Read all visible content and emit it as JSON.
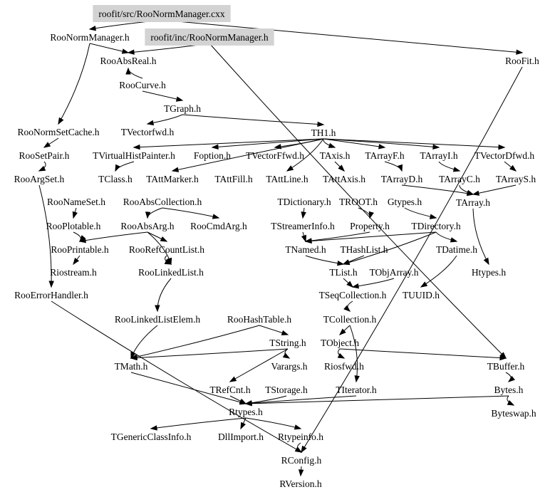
{
  "graph": {
    "title": "roofit/src/RooNormManager.cxx include dependency graph",
    "highlight_color": "#d3d3d3",
    "edge_color": "#000000",
    "nodes": [
      {
        "id": "src",
        "label": "roofit/src/RooNormManager.cxx",
        "highlighted": true
      },
      {
        "id": "normmgr_h",
        "label": "RooNormManager.h",
        "highlighted": false
      },
      {
        "id": "inc",
        "label": "roofit/inc/RooNormManager.h",
        "highlighted": true
      },
      {
        "id": "absreal",
        "label": "RooAbsReal.h",
        "highlighted": false
      },
      {
        "id": "roofit",
        "label": "RooFit.h",
        "highlighted": false
      },
      {
        "id": "curve",
        "label": "RooCurve.h",
        "highlighted": false
      },
      {
        "id": "tgraph",
        "label": "TGraph.h",
        "highlighted": false
      },
      {
        "id": "normsetcache",
        "label": "RooNormSetCache.h",
        "highlighted": false
      },
      {
        "id": "tvectorfwd",
        "label": "TVectorfwd.h",
        "highlighted": false
      },
      {
        "id": "th1",
        "label": "TH1.h",
        "highlighted": false
      },
      {
        "id": "setpair",
        "label": "RooSetPair.h",
        "highlighted": false
      },
      {
        "id": "tvhp",
        "label": "TVirtualHistPainter.h",
        "highlighted": false
      },
      {
        "id": "foption",
        "label": "Foption.h",
        "highlighted": false
      },
      {
        "id": "tvectorffwd",
        "label": "TVectorFfwd.h",
        "highlighted": false
      },
      {
        "id": "taxis",
        "label": "TAxis.h",
        "highlighted": false
      },
      {
        "id": "tarrayf",
        "label": "TArrayF.h",
        "highlighted": false
      },
      {
        "id": "tarrayi",
        "label": "TArrayI.h",
        "highlighted": false
      },
      {
        "id": "tvectordfwd",
        "label": "TVectorDfwd.h",
        "highlighted": false
      },
      {
        "id": "argset",
        "label": "RooArgSet.h",
        "highlighted": false
      },
      {
        "id": "tclass",
        "label": "TClass.h",
        "highlighted": false
      },
      {
        "id": "tattmarker",
        "label": "TAttMarker.h",
        "highlighted": false
      },
      {
        "id": "tattfill",
        "label": "TAttFill.h",
        "highlighted": false
      },
      {
        "id": "tattline",
        "label": "TAttLine.h",
        "highlighted": false
      },
      {
        "id": "tattaxis",
        "label": "TAttAxis.h",
        "highlighted": false
      },
      {
        "id": "tarrayd",
        "label": "TArrayD.h",
        "highlighted": false
      },
      {
        "id": "tarrayc",
        "label": "TArrayC.h",
        "highlighted": false
      },
      {
        "id": "tarrays",
        "label": "TArrayS.h",
        "highlighted": false
      },
      {
        "id": "nameset",
        "label": "RooNameSet.h",
        "highlighted": false
      },
      {
        "id": "abscoll",
        "label": "RooAbsCollection.h",
        "highlighted": false
      },
      {
        "id": "tdict",
        "label": "TDictionary.h",
        "highlighted": false
      },
      {
        "id": "troot",
        "label": "TROOT.h",
        "highlighted": false
      },
      {
        "id": "gtypes",
        "label": "Gtypes.h",
        "highlighted": false
      },
      {
        "id": "tarray",
        "label": "TArray.h",
        "highlighted": false
      },
      {
        "id": "plotable",
        "label": "RooPlotable.h",
        "highlighted": false
      },
      {
        "id": "absarg",
        "label": "RooAbsArg.h",
        "highlighted": false
      },
      {
        "id": "cmdarg",
        "label": "RooCmdArg.h",
        "highlighted": false
      },
      {
        "id": "tstreamerinfo",
        "label": "TStreamerInfo.h",
        "highlighted": false
      },
      {
        "id": "property",
        "label": "Property.h",
        "highlighted": false
      },
      {
        "id": "tdirectory",
        "label": "TDirectory.h",
        "highlighted": false
      },
      {
        "id": "printable",
        "label": "RooPrintable.h",
        "highlighted": false
      },
      {
        "id": "refcountlist",
        "label": "RooRefCountList.h",
        "highlighted": false
      },
      {
        "id": "tnamed",
        "label": "TNamed.h",
        "highlighted": false
      },
      {
        "id": "thashlist",
        "label": "THashList.h",
        "highlighted": false
      },
      {
        "id": "tdatime",
        "label": "TDatime.h",
        "highlighted": false
      },
      {
        "id": "riostream",
        "label": "Riostream.h",
        "highlighted": false
      },
      {
        "id": "linkedlist",
        "label": "RooLinkedList.h",
        "highlighted": false
      },
      {
        "id": "tlist",
        "label": "TList.h",
        "highlighted": false
      },
      {
        "id": "tobjarray",
        "label": "TObjArray.h",
        "highlighted": false
      },
      {
        "id": "htypes",
        "label": "Htypes.h",
        "highlighted": false
      },
      {
        "id": "errorhandler",
        "label": "RooErrorHandler.h",
        "highlighted": false
      },
      {
        "id": "tseqcoll",
        "label": "TSeqCollection.h",
        "highlighted": false
      },
      {
        "id": "tuuid",
        "label": "TUUID.h",
        "highlighted": false
      },
      {
        "id": "linkedlistelem",
        "label": "RooLinkedListElem.h",
        "highlighted": false
      },
      {
        "id": "hashtable",
        "label": "RooHashTable.h",
        "highlighted": false
      },
      {
        "id": "tcollection",
        "label": "TCollection.h",
        "highlighted": false
      },
      {
        "id": "tstring",
        "label": "TString.h",
        "highlighted": false
      },
      {
        "id": "tobject",
        "label": "TObject.h",
        "highlighted": false
      },
      {
        "id": "tmath",
        "label": "TMath.h",
        "highlighted": false
      },
      {
        "id": "varargs",
        "label": "Varargs.h",
        "highlighted": false
      },
      {
        "id": "riosfwd",
        "label": "Riosfwd.h",
        "highlighted": false
      },
      {
        "id": "tbuffer",
        "label": "TBuffer.h",
        "highlighted": false
      },
      {
        "id": "trefcnt",
        "label": "TRefCnt.h",
        "highlighted": false
      },
      {
        "id": "tstorage",
        "label": "TStorage.h",
        "highlighted": false
      },
      {
        "id": "titerator",
        "label": "TIterator.h",
        "highlighted": false
      },
      {
        "id": "bytes",
        "label": "Bytes.h",
        "highlighted": false
      },
      {
        "id": "rtypes",
        "label": "Rtypes.h",
        "highlighted": false
      },
      {
        "id": "byteswap",
        "label": "Byteswap.h",
        "highlighted": false
      },
      {
        "id": "tgenericclassinfo",
        "label": "TGenericClassInfo.h",
        "highlighted": false
      },
      {
        "id": "dllimport",
        "label": "DllImport.h",
        "highlighted": false
      },
      {
        "id": "rtypeinfo",
        "label": "Rtypeinfo.h",
        "highlighted": false
      },
      {
        "id": "rconfig",
        "label": "RConfig.h",
        "highlighted": false
      },
      {
        "id": "rversion",
        "label": "RVersion.h",
        "highlighted": false
      }
    ],
    "edges": [
      [
        "src",
        "normmgr_h"
      ],
      [
        "src",
        "roofit"
      ],
      [
        "inc",
        "absreal"
      ],
      [
        "inc",
        "tbuffer"
      ],
      [
        "normmgr_h",
        "absreal"
      ],
      [
        "normmgr_h",
        "normsetcache"
      ],
      [
        "curve",
        "absreal"
      ],
      [
        "curve",
        "tgraph"
      ],
      [
        "tgraph",
        "tvectorfwd"
      ],
      [
        "tgraph",
        "th1"
      ],
      [
        "normsetcache",
        "setpair"
      ],
      [
        "setpair",
        "argset"
      ],
      [
        "th1",
        "tvhp"
      ],
      [
        "th1",
        "foption"
      ],
      [
        "th1",
        "tvectorffwd"
      ],
      [
        "th1",
        "taxis"
      ],
      [
        "th1",
        "tarrayf"
      ],
      [
        "th1",
        "tarrayi"
      ],
      [
        "th1",
        "tvectordfwd"
      ],
      [
        "th1",
        "tattmarker"
      ],
      [
        "th1",
        "tattline"
      ],
      [
        "tvhp",
        "tclass"
      ],
      [
        "taxis",
        "tattaxis"
      ],
      [
        "tarrayf",
        "tarrayd"
      ],
      [
        "tarrayi",
        "tarrayc"
      ],
      [
        "tvectordfwd",
        "tarrays"
      ],
      [
        "tarrayd",
        "tarray"
      ],
      [
        "tarrayc",
        "tarray"
      ],
      [
        "tarrays",
        "tarray"
      ],
      [
        "abscoll",
        "cmdarg"
      ],
      [
        "abscoll",
        "absarg"
      ],
      [
        "nameset",
        "plotable"
      ],
      [
        "plotable",
        "printable"
      ],
      [
        "absarg",
        "printable"
      ],
      [
        "absarg",
        "refcountlist"
      ],
      [
        "absarg",
        "linkedlist"
      ],
      [
        "refcountlist",
        "linkedlist"
      ],
      [
        "tdict",
        "tstreamerinfo"
      ],
      [
        "troot",
        "property"
      ],
      [
        "gtypes",
        "tdirectory"
      ],
      [
        "tstreamerinfo",
        "tnamed"
      ],
      [
        "property",
        "tnamed"
      ],
      [
        "tdirectory",
        "tdatime"
      ],
      [
        "tdirectory",
        "tnamed"
      ],
      [
        "tdirectory",
        "tlist"
      ],
      [
        "tnamed",
        "tlist"
      ],
      [
        "thashlist",
        "tlist"
      ],
      [
        "tdatime",
        "tuuid"
      ],
      [
        "tarray",
        "htypes"
      ],
      [
        "tlist",
        "tseqcoll"
      ],
      [
        "tobjarray",
        "tseqcoll"
      ],
      [
        "tseqcoll",
        "tcollection"
      ],
      [
        "printable",
        "riostream"
      ],
      [
        "argset",
        "errorhandler"
      ],
      [
        "linkedlist",
        "linkedlistelem"
      ],
      [
        "hashtable",
        "tstring"
      ],
      [
        "hashtable",
        "tmath"
      ],
      [
        "linkedlistelem",
        "tmath"
      ],
      [
        "tcollection",
        "tobject"
      ],
      [
        "tcollection",
        "titerator"
      ],
      [
        "tstring",
        "varargs"
      ],
      [
        "tstring",
        "trefcnt"
      ],
      [
        "tstring",
        "tmath"
      ],
      [
        "tobject",
        "riosfwd"
      ],
      [
        "tobject",
        "tbuffer"
      ],
      [
        "tbuffer",
        "bytes"
      ],
      [
        "bytes",
        "byteswap"
      ],
      [
        "trefcnt",
        "rtypes"
      ],
      [
        "tstorage",
        "rtypes"
      ],
      [
        "titerator",
        "rtypes"
      ],
      [
        "tmath",
        "rtypes"
      ],
      [
        "bytes",
        "rtypes"
      ],
      [
        "rtypes",
        "tgenericclassinfo"
      ],
      [
        "rtypes",
        "dllimport"
      ],
      [
        "rtypes",
        "rtypeinfo"
      ],
      [
        "rtypeinfo",
        "rconfig"
      ],
      [
        "rconfig",
        "rversion"
      ],
      [
        "roofit",
        "rconfig"
      ],
      [
        "errorhandler",
        "rconfig"
      ]
    ]
  }
}
